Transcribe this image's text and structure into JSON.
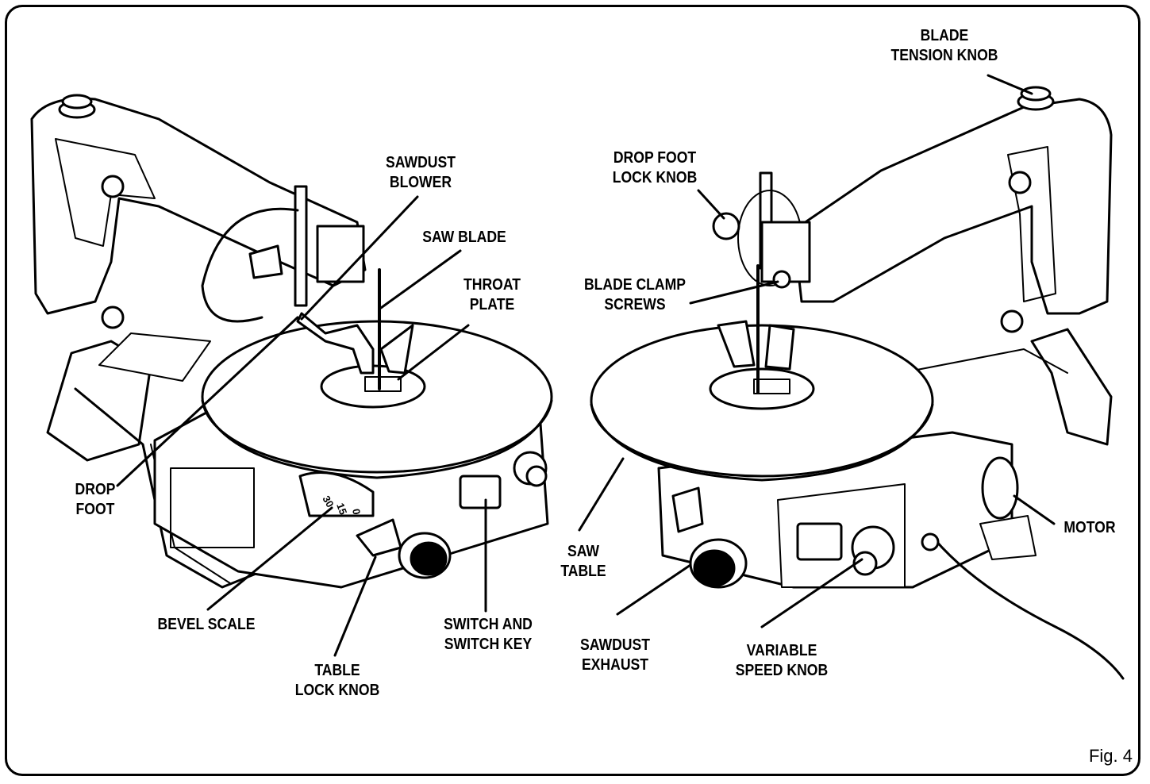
{
  "figure": {
    "caption": "Fig. 4",
    "labels": {
      "blade_tension_knob": "BLADE\nTENSION KNOB",
      "drop_foot_lock_knob": "DROP FOOT\nLOCK KNOB",
      "sawdust_blower": "SAWDUST\nBLOWER",
      "saw_blade": "SAW BLADE",
      "throat_plate": "THROAT\nPLATE",
      "blade_clamp_screws": "BLADE CLAMP\nSCREWS",
      "drop_foot": "DROP\nFOOT",
      "saw_table": "SAW\nTABLE",
      "motor": "MOTOR",
      "bevel_scale": "BEVEL SCALE",
      "switch_and_switch_key": "SWITCH AND\nSWITCH KEY",
      "sawdust_exhaust": "SAWDUST\nEXHAUST",
      "variable_speed_knob": "VARIABLE\nSPEED KNOB",
      "table_lock_knob": "TABLE\nLOCK KNOB"
    },
    "bevel_ticks": [
      "30",
      "15",
      "0"
    ]
  }
}
